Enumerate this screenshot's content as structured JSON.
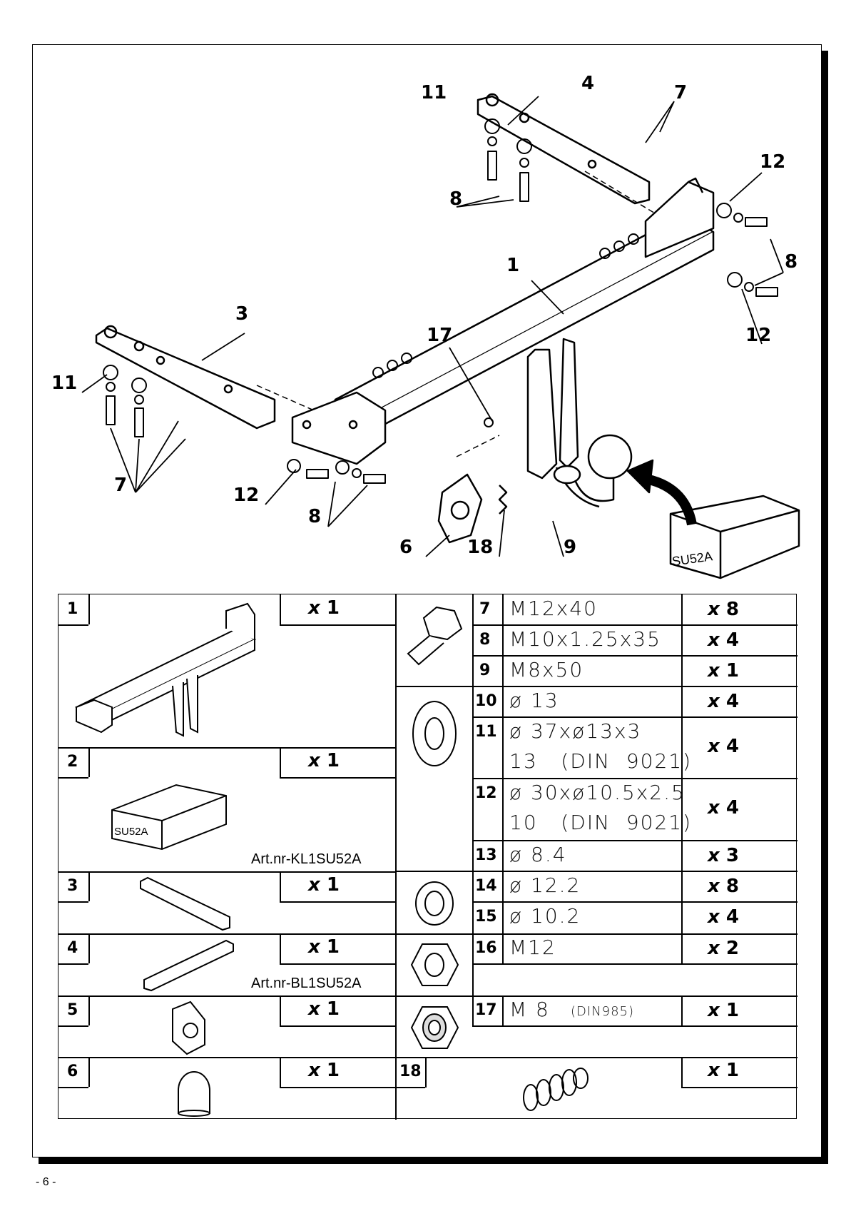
{
  "page_number": "- 6 -",
  "callouts": [
    "1",
    "3",
    "4",
    "6",
    "7",
    "7",
    "8",
    "8",
    "8",
    "9",
    "11",
    "11",
    "12",
    "12",
    "12",
    "17",
    "18"
  ],
  "box_label": "SU52A",
  "parts_left": [
    {
      "num": "1",
      "qty": "1"
    },
    {
      "num": "2",
      "qty": "1",
      "box_label": "SU52A",
      "art": "Art.nr-KL1SU52A"
    },
    {
      "num": "3",
      "qty": "1"
    },
    {
      "num": "4",
      "qty": "1",
      "art": "Art.nr-BL1SU52A"
    },
    {
      "num": "5",
      "qty": "1"
    },
    {
      "num": "6",
      "qty": "1"
    }
  ],
  "parts_right": [
    {
      "num": "7",
      "desc": "M12x40",
      "qty": "8"
    },
    {
      "num": "8",
      "desc": "M10x1.25x35",
      "qty": "4"
    },
    {
      "num": "9",
      "desc": "M8x50",
      "qty": "1"
    },
    {
      "num": "10",
      "desc": "ø 13",
      "qty": "4"
    },
    {
      "num": "11",
      "desc1": "ø 37xø13x3",
      "desc2": "13   (DIN  9021)",
      "qty": "4"
    },
    {
      "num": "12",
      "desc1": "ø 30xø10.5x2.5",
      "desc2": "10   (DIN  9021)",
      "qty": "4"
    },
    {
      "num": "13",
      "desc": "ø 8.4",
      "qty": "3"
    },
    {
      "num": "14",
      "desc": "ø 12.2",
      "qty": "8"
    },
    {
      "num": "15",
      "desc": "ø 10.2",
      "qty": "4"
    },
    {
      "num": "16",
      "desc": "M12",
      "qty": "2"
    },
    {
      "num": "17",
      "desc": "M 8",
      "desc_small": "(DIN985)",
      "qty": "1"
    },
    {
      "num": "18",
      "qty": "1"
    }
  ],
  "qty_prefix": "x"
}
